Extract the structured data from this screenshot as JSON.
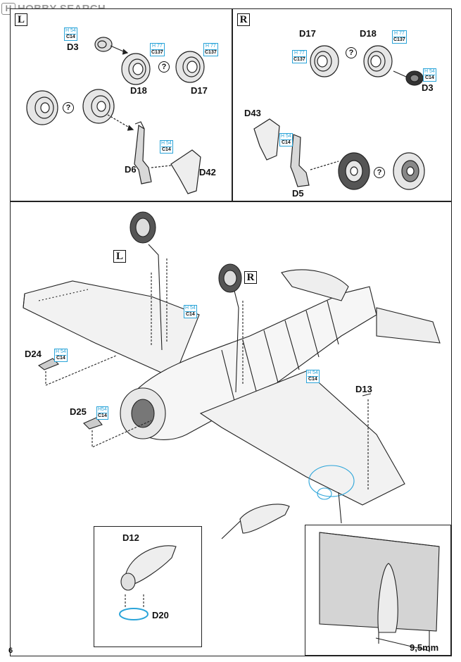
{
  "header": {
    "logo_mark": "H",
    "logo_text": "HOBBY SEARCH"
  },
  "page_number": "6",
  "panel_left": {
    "side": "L",
    "labels": {
      "d3": "D3",
      "d18": "D18",
      "d17": "D17",
      "d6": "D6",
      "d42": "D42"
    },
    "refs": [
      {
        "top": "H 54",
        "bottom": "C14"
      },
      {
        "top": "H 77",
        "bottom": "C137"
      },
      {
        "top": "H 77",
        "bottom": "C137"
      },
      {
        "top": "H 54",
        "bottom": "C14"
      }
    ],
    "q1": "?",
    "q2": "?"
  },
  "panel_right": {
    "side": "R",
    "labels": {
      "d17": "D17",
      "d18": "D18",
      "d3": "D3",
      "d43": "D43",
      "d5": "D5"
    },
    "refs": [
      {
        "top": "H 77",
        "bottom": "C137"
      },
      {
        "top": "H 77",
        "bottom": "C137"
      },
      {
        "top": "H 54",
        "bottom": "C14"
      },
      {
        "top": "H 54",
        "bottom": "C14"
      }
    ],
    "q1": "?",
    "q2": "?"
  },
  "main": {
    "side_l": "L",
    "side_r": "R",
    "labels": {
      "d24": "D24",
      "d25": "D25",
      "d13": "D13"
    },
    "refs": [
      {
        "top": "H 54",
        "bottom": "C14"
      },
      {
        "top": "H 54",
        "bottom": "C14"
      },
      {
        "top": "H 54",
        "bottom": "C14"
      },
      {
        "top": "H54",
        "bottom": "C14"
      }
    ]
  },
  "inset_left": {
    "d12": "D12",
    "d20": "D20"
  },
  "inset_right": {
    "dimension": "9,5mm"
  }
}
